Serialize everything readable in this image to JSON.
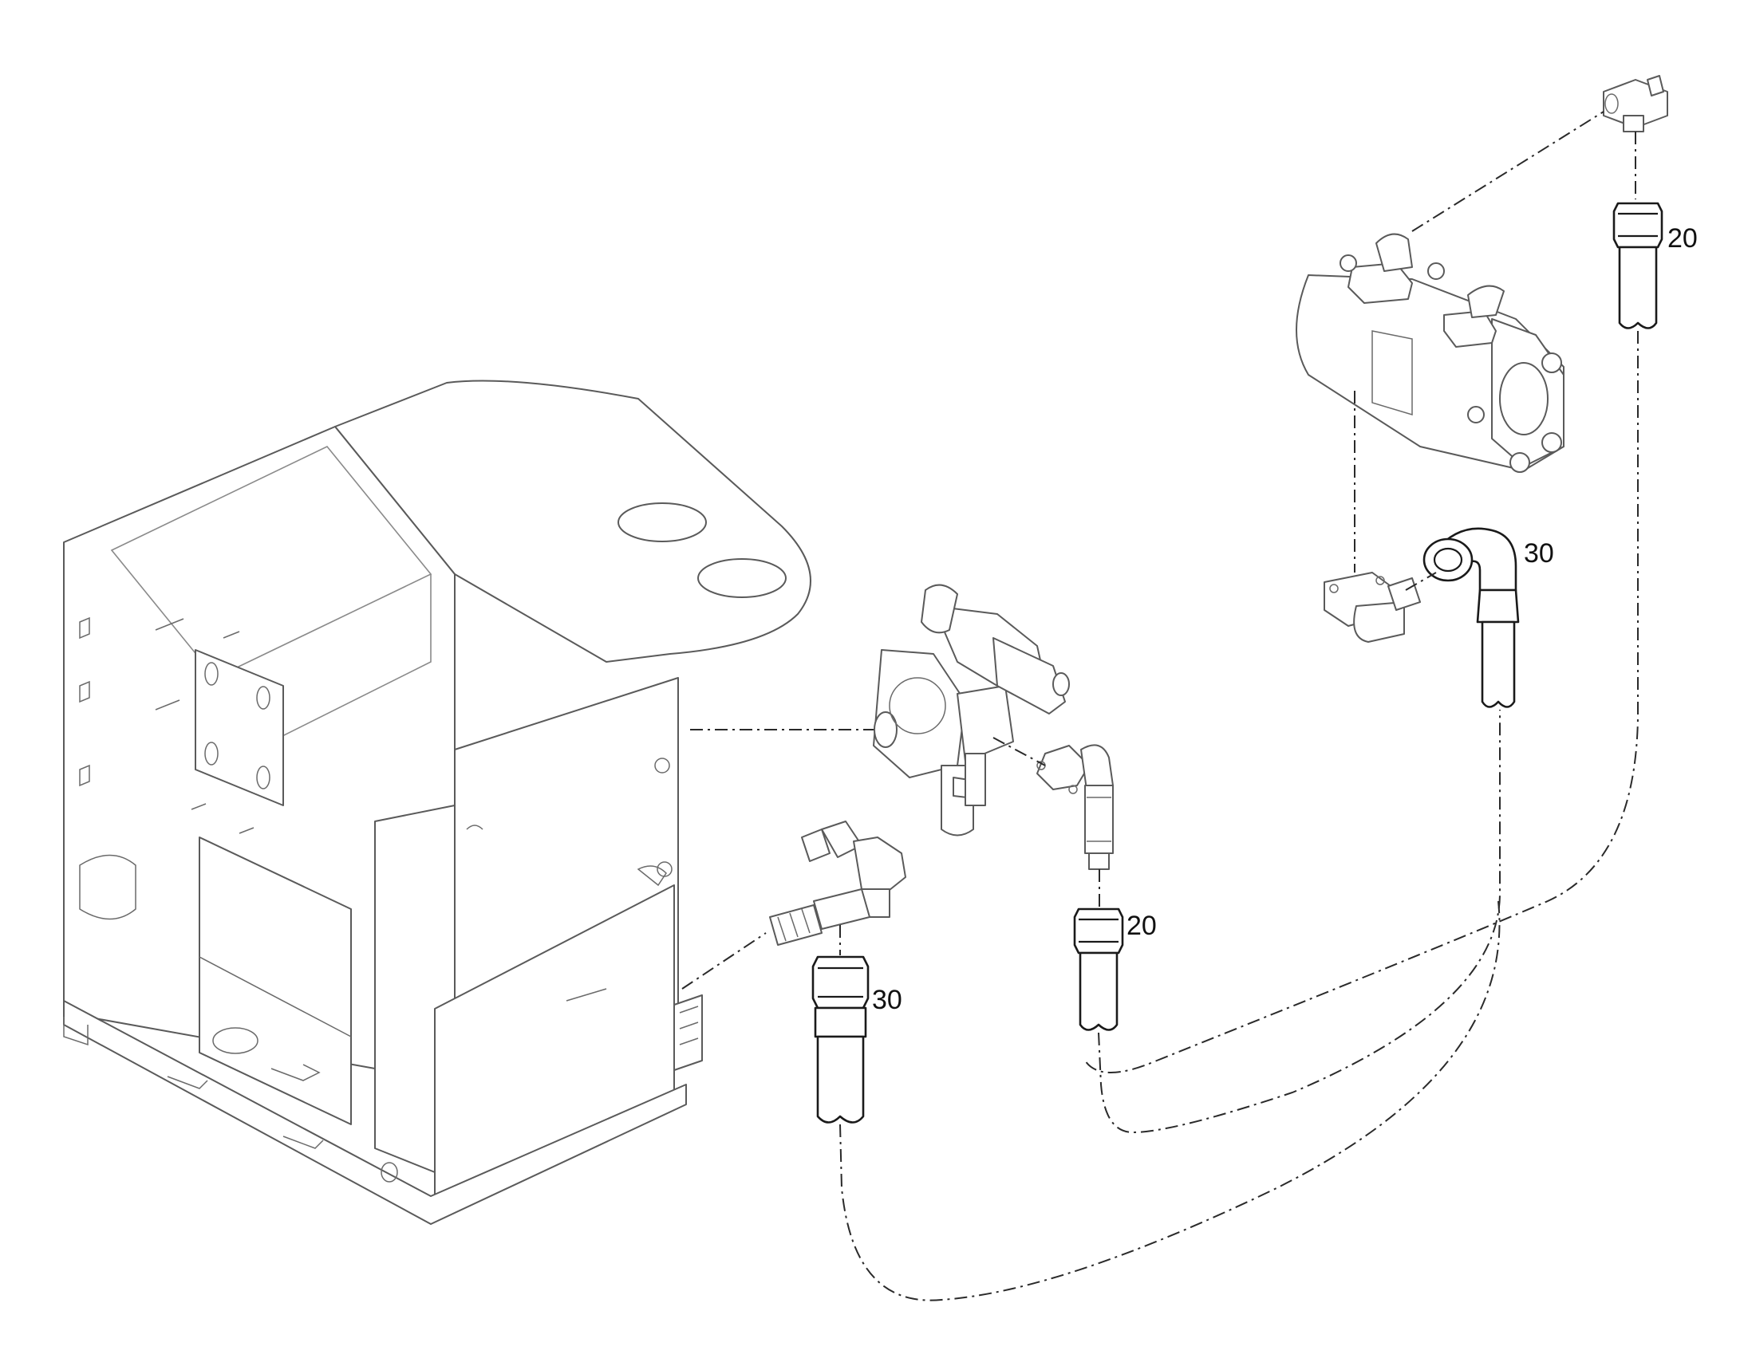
{
  "callouts": {
    "hose_20_top": "20",
    "hose_30_top": "30",
    "hose_20_mid": "20",
    "hose_30_left": "30"
  },
  "colors": {
    "parts": "#5a5a5a",
    "hoses": "#1a1a1a",
    "route_lines": "#2a2a2a",
    "background": "#ffffff"
  }
}
